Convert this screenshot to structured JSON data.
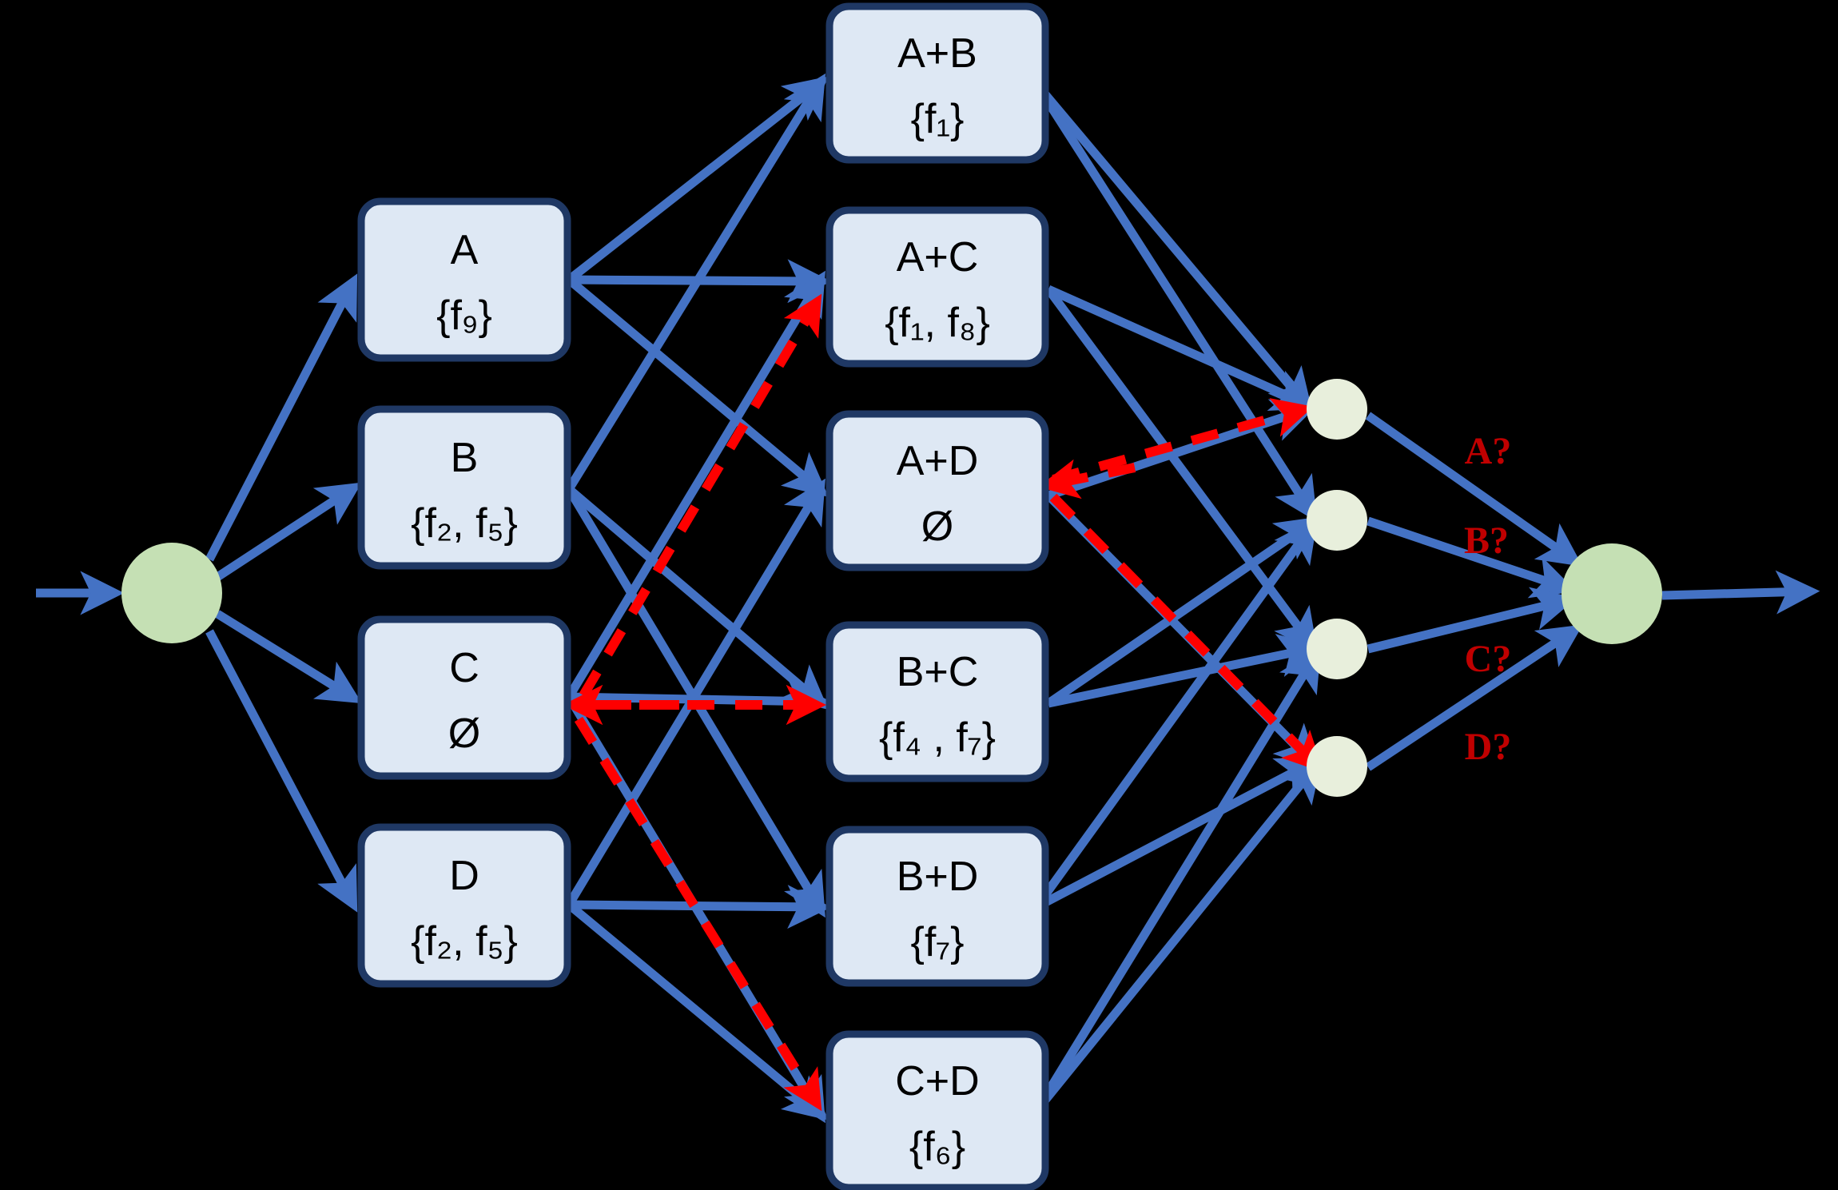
{
  "diagram": {
    "title": "Feature-set coalition lattice diagram",
    "colors": {
      "background": "#000000",
      "box_fill": "#DEE8F4",
      "box_stroke": "#1F3864",
      "edge_blue": "#4472C4",
      "dashed_red": "#FF0000",
      "label_red": "#C00000",
      "node_green_large": "#C5E0B4",
      "node_green_small": "#E8EFDC",
      "text_black": "#000000"
    },
    "nodes": {
      "start": {
        "name": "start-node",
        "label": ""
      },
      "end": {
        "name": "end-node",
        "label": ""
      }
    },
    "level1_boxes": [
      {
        "id": "A",
        "title": "A",
        "set": "{f₉}",
        "set_parts": [
          {
            "base": "f",
            "sub": "9"
          }
        ],
        "empty": false
      },
      {
        "id": "B",
        "title": "B",
        "set": "{f₂, f₅}",
        "set_parts": [
          {
            "base": "f",
            "sub": "2"
          },
          {
            "base": "f",
            "sub": "5"
          }
        ],
        "empty": false
      },
      {
        "id": "C",
        "title": "C",
        "set": "Ø",
        "set_parts": [],
        "empty": true
      },
      {
        "id": "D",
        "title": "D",
        "set": "{f₂, f₅}",
        "set_parts": [
          {
            "base": "f",
            "sub": "2"
          },
          {
            "base": "f",
            "sub": "5"
          }
        ],
        "empty": false
      }
    ],
    "level2_boxes": [
      {
        "id": "A+B",
        "title": "A+B",
        "set": "{f₁}",
        "set_parts": [
          {
            "base": "f",
            "sub": "1"
          }
        ],
        "empty": false
      },
      {
        "id": "A+C",
        "title": "A+C",
        "set": "{f₁, f₈}",
        "set_parts": [
          {
            "base": "f",
            "sub": "1"
          },
          {
            "base": "f",
            "sub": "8"
          }
        ],
        "empty": false
      },
      {
        "id": "A+D",
        "title": "A+D",
        "set": "Ø",
        "set_parts": [],
        "empty": true
      },
      {
        "id": "B+C",
        "title": "B+C",
        "set": "{f₄ , f₇}",
        "set_parts": [
          {
            "base": "f",
            "sub": "4"
          },
          {
            "base": "f",
            "sub": "7"
          }
        ],
        "empty": false
      },
      {
        "id": "B+D",
        "title": "B+D",
        "set": "{f₇}",
        "set_parts": [
          {
            "base": "f",
            "sub": "7"
          }
        ],
        "empty": false
      },
      {
        "id": "C+D",
        "title": "C+D",
        "set": "{f₆}",
        "set_parts": [
          {
            "base": "f",
            "sub": "6"
          }
        ],
        "empty": false
      }
    ],
    "output_circles": [
      {
        "id": "out1",
        "question_label": "A?"
      },
      {
        "id": "out2",
        "question_label": "B?"
      },
      {
        "id": "out3",
        "question_label": "C?"
      },
      {
        "id": "out4",
        "question_label": "D?"
      }
    ],
    "question_labels": [
      "A?",
      "B?",
      "C?",
      "D?"
    ]
  }
}
